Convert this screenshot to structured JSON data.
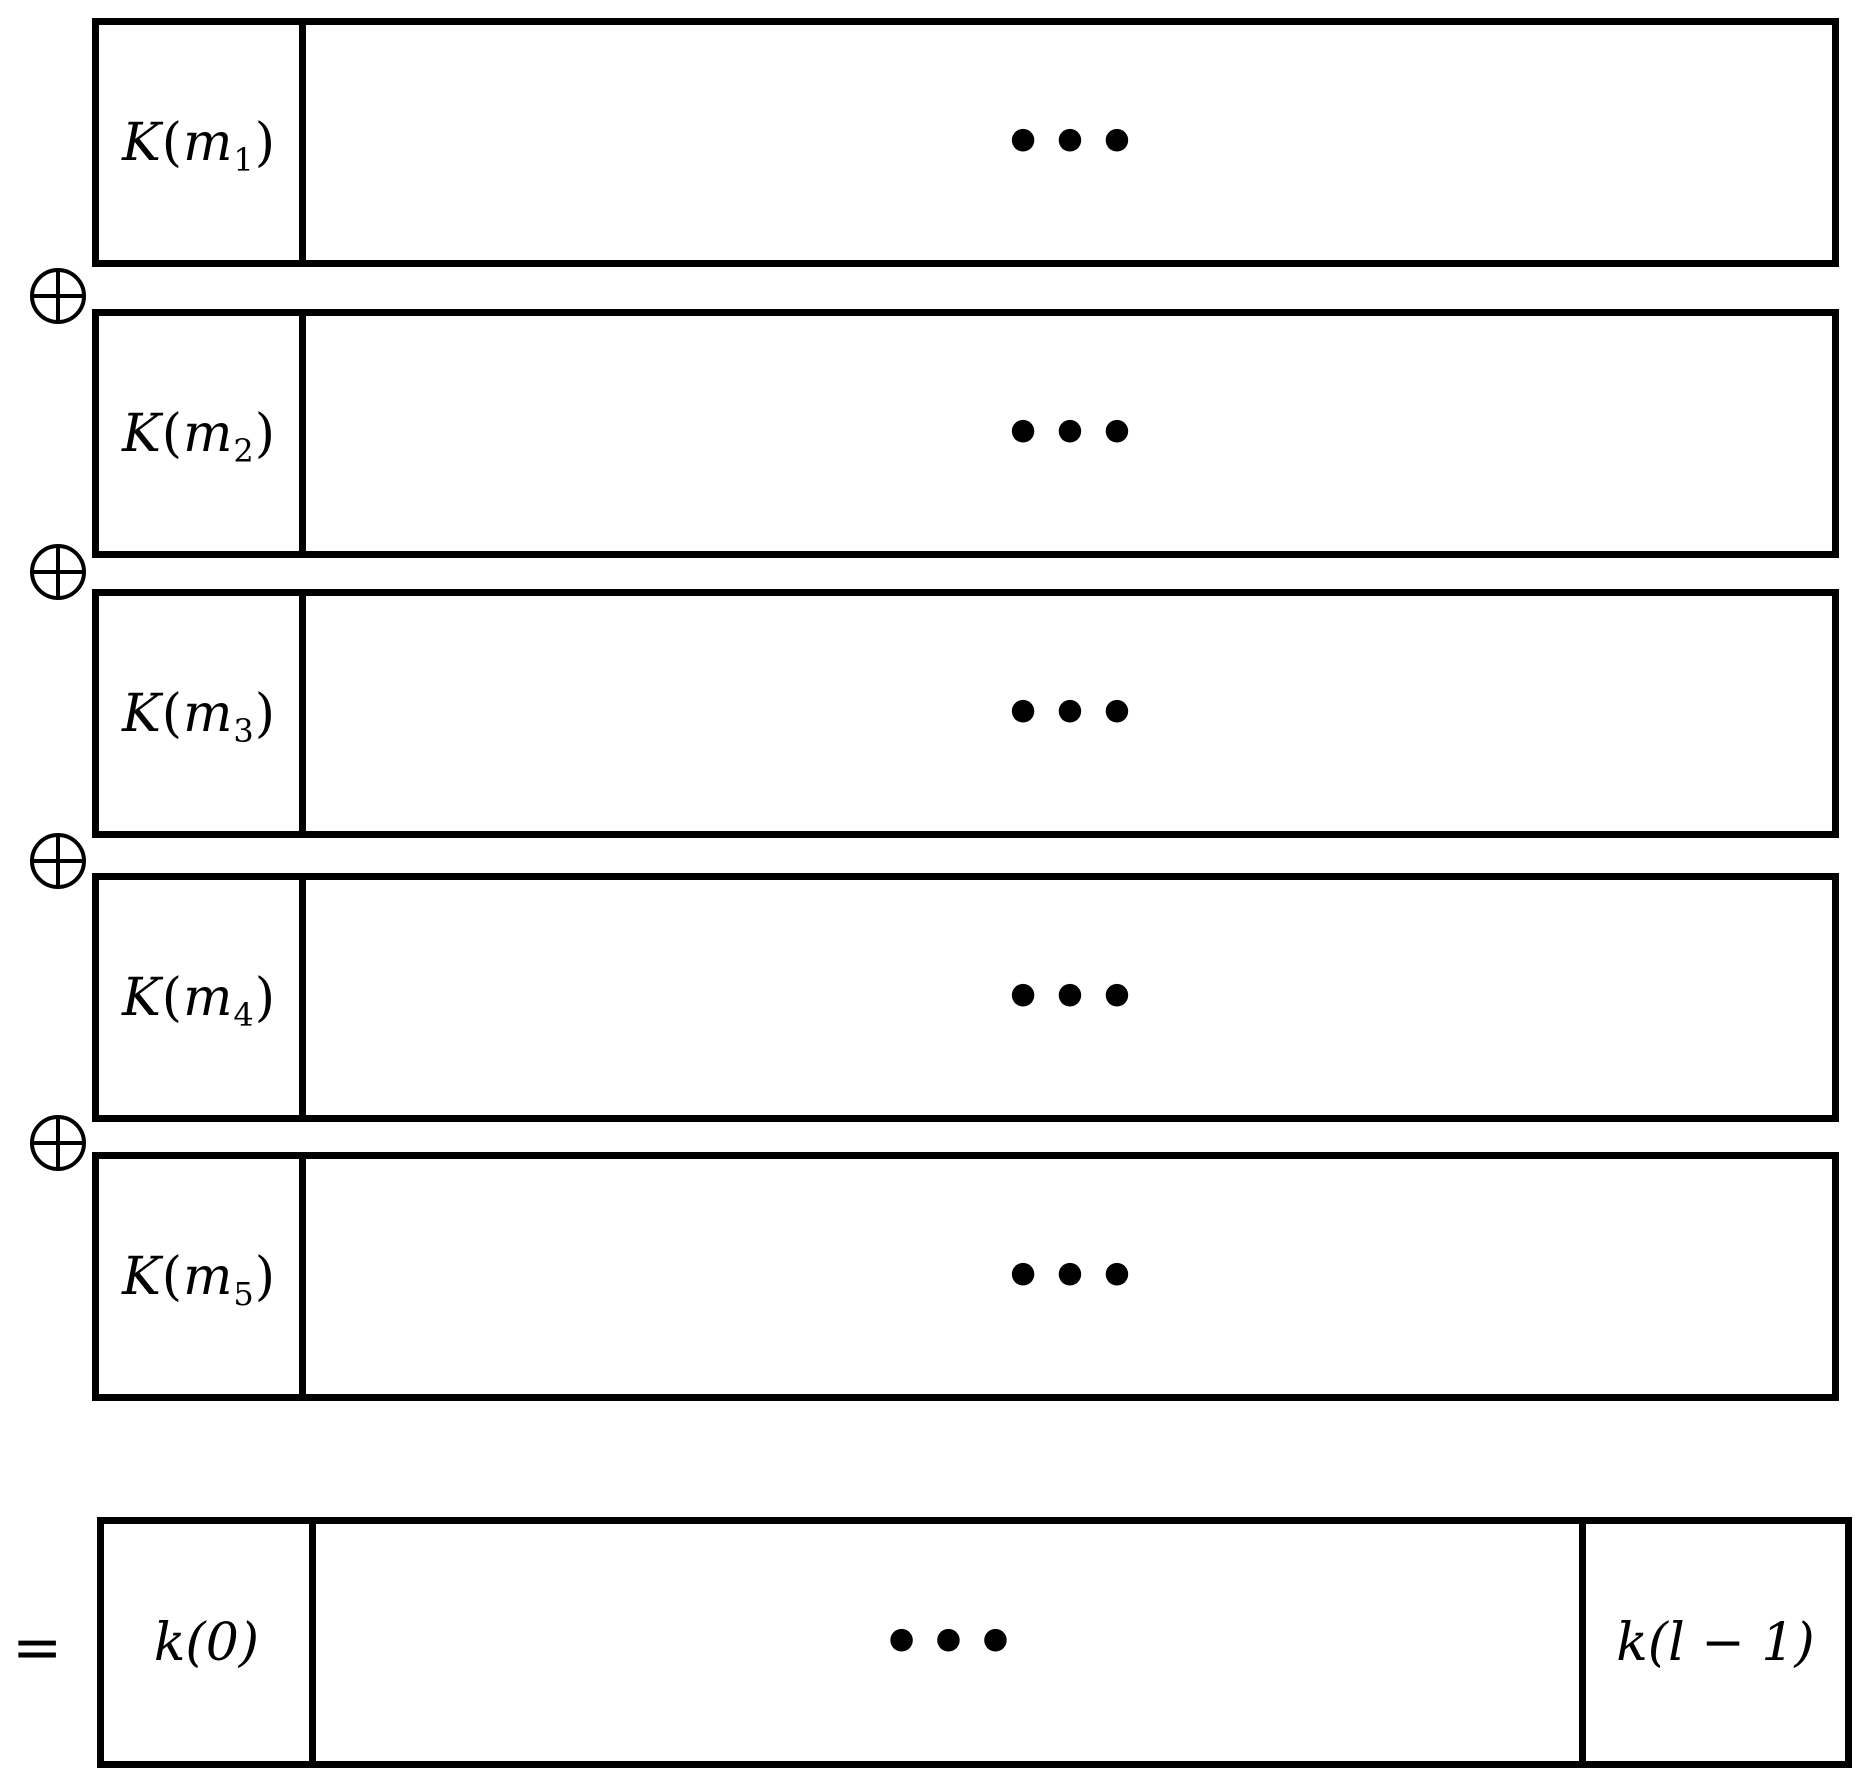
{
  "rows": [
    {
      "key": "K",
      "var": "m",
      "sub": "1",
      "ellipsis": "•••"
    },
    {
      "key": "K",
      "var": "m",
      "sub": "2",
      "ellipsis": "•••"
    },
    {
      "key": "K",
      "var": "m",
      "sub": "3",
      "ellipsis": "•••"
    },
    {
      "key": "K",
      "var": "m",
      "sub": "4",
      "ellipsis": "•••"
    },
    {
      "key": "K",
      "var": "m",
      "sub": "5",
      "ellipsis": "•••"
    }
  ],
  "operator_symbol": "xor-circled-plus",
  "equals_sign": "=",
  "result": {
    "first": "k(0)",
    "middle": "•••",
    "last": "k(l − 1)"
  }
}
